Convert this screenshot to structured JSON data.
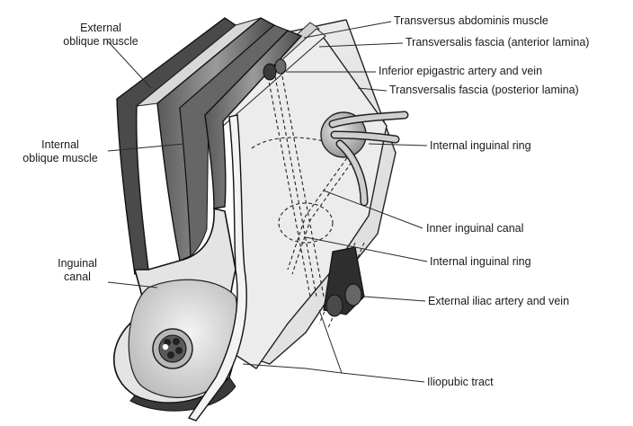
{
  "diagram": {
    "labels": {
      "external_oblique": [
        "External",
        "oblique muscle"
      ],
      "internal_oblique": [
        "Internal",
        "oblique muscle"
      ],
      "inguinal_canal": [
        "Inguinal",
        "canal"
      ],
      "transversus_abdominis": "Transversus abdominis muscle",
      "transversalis_anterior": "Transversalis  fascia (anterior lamina)",
      "inferior_epigastric": "Inferior epigastric artery and vein",
      "transversalis_posterior": "Transversalis fascia (posterior lamina)",
      "internal_ring_upper": "Internal inguinal ring",
      "inner_canal": "Inner inguinal canal",
      "internal_ring_lower": "Internal inguinal ring",
      "external_iliac": "External iliac artery and vein",
      "iliopubic_tract": "Iliopubic tract"
    },
    "colors": {
      "outline": "#1e1e1e",
      "muscle_dark": "#3c3c3c",
      "muscle_mid": "#6e6e6e",
      "fascia_light": "#e9e9e9",
      "canal_fill": "#d6d6d6",
      "leader": "#2a2a2a"
    }
  }
}
